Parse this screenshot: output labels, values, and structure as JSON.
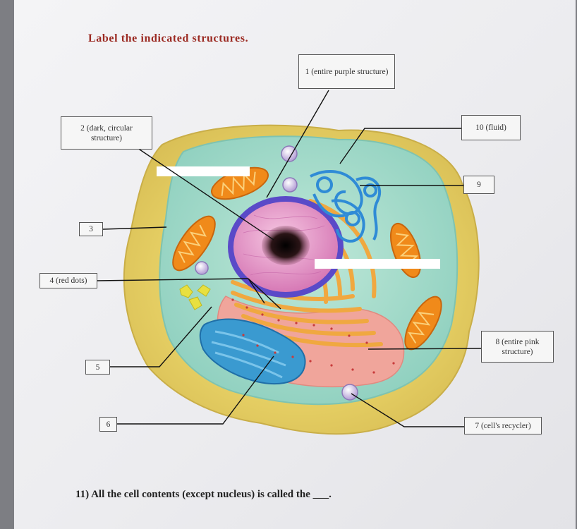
{
  "title": "Label the indicated structures.",
  "labels": {
    "l1": "1 (entire purple structure)",
    "l2": "2 (dark, circular structure)",
    "l3": "3",
    "l4": "4 (red dots)",
    "l5": "5",
    "l6": "6",
    "l7": "7 (cell's recycler)",
    "l8": "8 (entire pink structure)",
    "l9": "9",
    "l10": "10 (fluid)"
  },
  "question": "11) All the cell contents (except nucleus) is called the ___.",
  "colors": {
    "title": "#9b2a22",
    "cell_wall": "#e2cc6a",
    "cytoplasm": "#a8dcc8",
    "nucleus_envelope": "#6a55c8",
    "nucleus_inside": "#e59ac8",
    "nucleolus": "#1a1010",
    "golgi": "#f0a840",
    "mitochondria": "#f08a1a",
    "er_pink": "#f3a8a0",
    "smooth_er": "#3aa0d8",
    "chloroplast_ish": "#e8e040"
  }
}
